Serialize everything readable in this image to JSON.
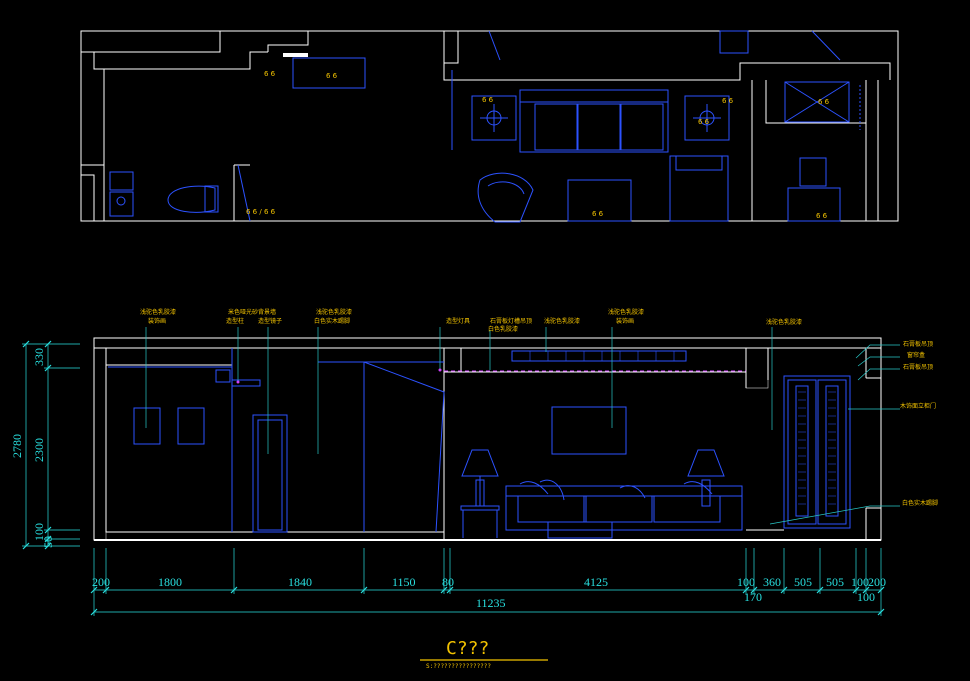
{
  "drawing": {
    "title": "C???",
    "subtitle": "S:????????????????",
    "colors": {
      "background": "#000000",
      "wall": "#ffffff",
      "furniture": "#2c52ff",
      "dimension": "#28e0e0",
      "annotation": "#f2c200",
      "leader": "#28c8c8",
      "ceiling_light": "#d040ff"
    },
    "horizontal_dims": [
      "200",
      "1800",
      "1840",
      "1150",
      "80",
      "4125",
      "100",
      "360",
      "505",
      "505",
      "100",
      "200"
    ],
    "horizontal_sub_dims": [
      "170",
      "100"
    ],
    "total_dim": "11235",
    "vertical_dims": [
      "330",
      "2300",
      "100",
      "50"
    ],
    "vertical_total": "2780",
    "annotations": [
      "浅驼色乳胶漆",
      "装饰画",
      "米色哑光砂背景墙",
      "造型柱",
      "造型镜子",
      "浅驼色乳胶漆",
      "白色实木踢脚",
      "造型灯具",
      "石膏板灯槽吊顶",
      "白色乳胶漆",
      "浅驼色乳胶漆",
      "浅驼色乳胶漆",
      "装饰画",
      "浅驼色乳胶漆",
      "石膏板吊顶",
      "窗帘盒",
      "石膏板吊顶",
      "木饰面立柜门",
      "白色实木踢脚"
    ],
    "plan_marks": [
      "6 6",
      "6 6",
      "6 6",
      "6 6 / 6 6",
      "6 6",
      "6 6",
      "6 6",
      "6 6",
      "6 6"
    ]
  }
}
